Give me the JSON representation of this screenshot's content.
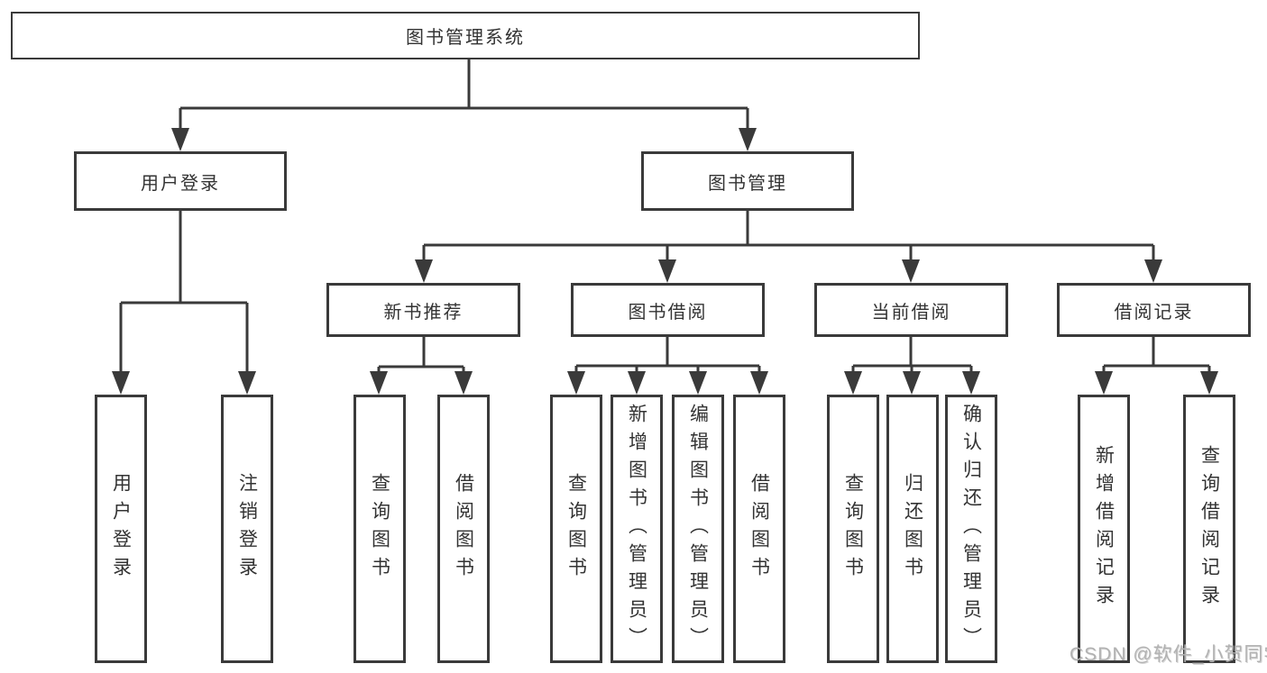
{
  "diagram": {
    "title": "图书管理系统",
    "type": "hierarchy-tree",
    "colors": {
      "line": "#3a3a3a",
      "node_border": "#3a3a3a",
      "node_fill": "#ffffff",
      "text": "#333333",
      "background": "#ffffff"
    },
    "nodes": {
      "root": {
        "label": "图书管理系统",
        "level": 1
      },
      "user_login": {
        "label": "用户登录",
        "level": 2
      },
      "book_mgmt": {
        "label": "图书管理",
        "level": 2
      },
      "new_book_rec": {
        "label": "新书推荐",
        "level": 3
      },
      "book_borrow": {
        "label": "图书借阅",
        "level": 3
      },
      "current_borrow": {
        "label": "当前借阅",
        "level": 3
      },
      "borrow_record": {
        "label": "借阅记录",
        "level": 3
      },
      "leaf_user_login": {
        "label": "用户登录",
        "level": 4
      },
      "leaf_logout": {
        "label": "注销登录",
        "level": 4
      },
      "leaf_query_book_1": {
        "label": "查询图书",
        "level": 4
      },
      "leaf_borrow_book_1": {
        "label": "借阅图书",
        "level": 4
      },
      "leaf_query_book_2": {
        "label": "查询图书",
        "level": 4
      },
      "leaf_add_book": {
        "label": "新增图书（管理员）",
        "level": 4
      },
      "leaf_edit_book": {
        "label": "编辑图书（管理员）",
        "level": 4
      },
      "leaf_borrow_book_2": {
        "label": "借阅图书",
        "level": 4
      },
      "leaf_query_book_3": {
        "label": "查询图书",
        "level": 4
      },
      "leaf_return_book": {
        "label": "归还图书",
        "level": 4
      },
      "leaf_confirm_return": {
        "label": "确认归还（管理员）",
        "level": 4
      },
      "leaf_add_borrow_record": {
        "label": "新增借阅记录",
        "level": 4
      },
      "leaf_query_borrow_record": {
        "label": "查询借阅记录",
        "level": 4
      }
    },
    "edges": [
      [
        "root",
        "user_login"
      ],
      [
        "root",
        "book_mgmt"
      ],
      [
        "user_login",
        "leaf_user_login"
      ],
      [
        "user_login",
        "leaf_logout"
      ],
      [
        "book_mgmt",
        "new_book_rec"
      ],
      [
        "book_mgmt",
        "book_borrow"
      ],
      [
        "book_mgmt",
        "current_borrow"
      ],
      [
        "book_mgmt",
        "borrow_record"
      ],
      [
        "new_book_rec",
        "leaf_query_book_1"
      ],
      [
        "new_book_rec",
        "leaf_borrow_book_1"
      ],
      [
        "book_borrow",
        "leaf_query_book_2"
      ],
      [
        "book_borrow",
        "leaf_add_book"
      ],
      [
        "book_borrow",
        "leaf_edit_book"
      ],
      [
        "book_borrow",
        "leaf_borrow_book_2"
      ],
      [
        "current_borrow",
        "leaf_query_book_3"
      ],
      [
        "current_borrow",
        "leaf_return_book"
      ],
      [
        "current_borrow",
        "leaf_confirm_return"
      ],
      [
        "borrow_record",
        "leaf_add_borrow_record"
      ],
      [
        "borrow_record",
        "leaf_query_borrow_record"
      ]
    ]
  },
  "watermark": {
    "text": "CSDN @软件_小贺同学",
    "color": "#b2b2b2"
  }
}
